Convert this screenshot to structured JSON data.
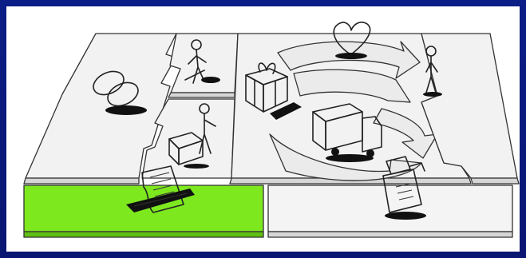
{
  "canvas": {
    "frame_color": "#0b1d86",
    "background": "#ffffff"
  },
  "colors": {
    "highlight_tile": "#7ee81f",
    "tile_top": "#f2f2f2",
    "tile_side": "#d9d9d9",
    "outline": "#222222"
  },
  "blocks": [
    {
      "id": "key-partners",
      "icon": "interlocked-rings-icon",
      "highlighted": false
    },
    {
      "id": "key-activities",
      "icon": "worker-digging-icon",
      "highlighted": false
    },
    {
      "id": "key-resources",
      "icon": "worker-with-boxes-icon",
      "highlighted": false
    },
    {
      "id": "value-proposition",
      "icon": "gift-box-icon",
      "highlighted": false
    },
    {
      "id": "customer-relationships",
      "icon": "heart-icon",
      "highlighted": false
    },
    {
      "id": "channels",
      "icon": "delivery-truck-icon",
      "highlighted": false
    },
    {
      "id": "customer-segments",
      "icon": "person-icon",
      "highlighted": false
    },
    {
      "id": "cost-structure",
      "icon": "document-icon",
      "highlighted": true
    },
    {
      "id": "revenue-streams",
      "icon": "cash-register-icon",
      "highlighted": false
    }
  ]
}
